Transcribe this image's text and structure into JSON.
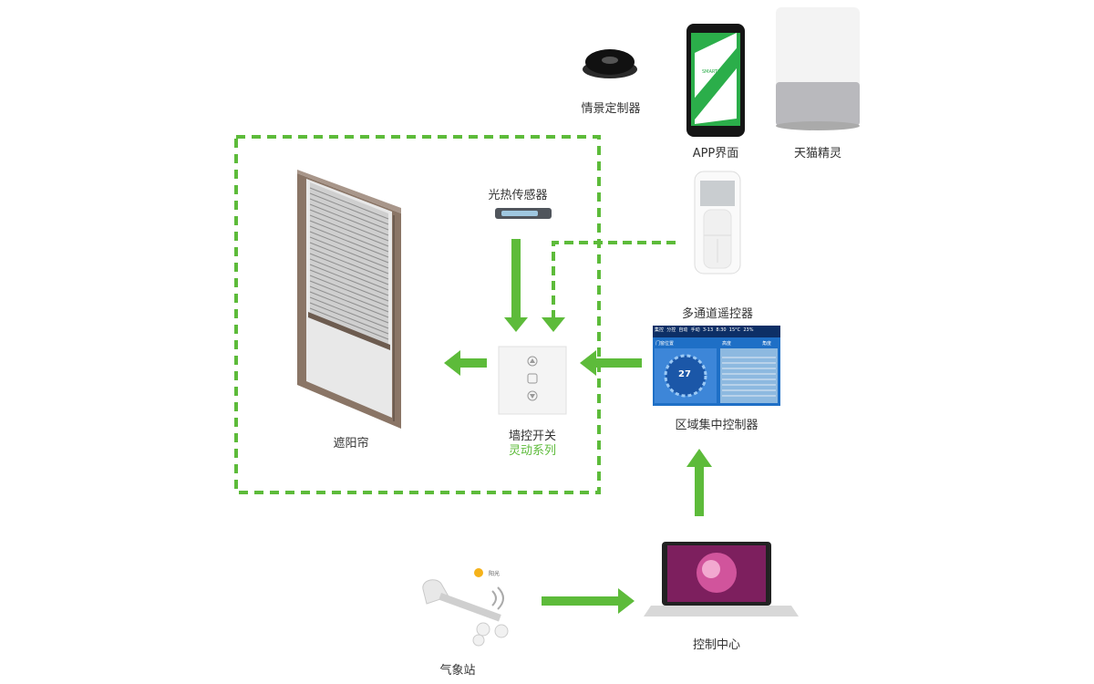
{
  "labels": {
    "scene_controller": "情景定制器",
    "app": "APP界面",
    "tmall": "天猫精灵",
    "light_sensor": "光热传感器",
    "remote": "多通道遥控器",
    "zone_controller": "区域集中控制器",
    "blind": "遮阳帘",
    "wall_switch": "墙控开关",
    "wall_switch_series": "灵动系列",
    "control_center": "控制中心",
    "weather_station": "气象站"
  },
  "zone_screen": {
    "status_items": [
      "集控",
      "分控",
      "自动",
      "手动"
    ],
    "date": "3-13",
    "time": "8:30",
    "temperature": "15°C",
    "humidity": "23%",
    "left_title": "门窗位置",
    "center_value": "27",
    "right_title": "高度",
    "right_title2": "角度"
  },
  "phone_brand": "SMARTSOLAR",
  "weather_note": "阳光",
  "colors": {
    "accent": "#5dbb3a",
    "frame": "#7a6455",
    "screen_blue": "#1e6fc6"
  }
}
